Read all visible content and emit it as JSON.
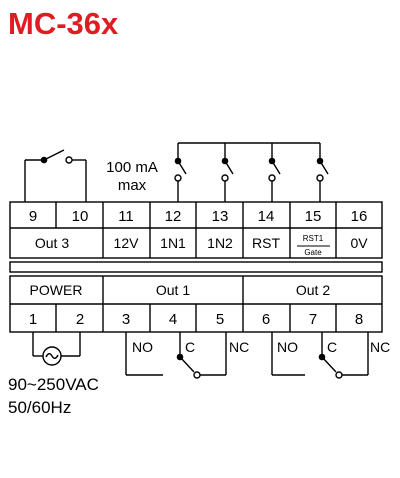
{
  "title": "MC-36x",
  "top_row_numbers": [
    "9",
    "10",
    "11",
    "12",
    "13",
    "14",
    "15",
    "16"
  ],
  "top_row_labels": {
    "out3": "Out 3",
    "t11": "12V",
    "t12": "1N1",
    "t13": "1N2",
    "t14": "RST",
    "t15_upper": "RST1",
    "t15_lower": "Gate",
    "t16": "0V"
  },
  "bottom_row_labels": {
    "power": "POWER",
    "out1": "Out 1",
    "out2": "Out 2"
  },
  "bottom_row_numbers": [
    "1",
    "2",
    "3",
    "4",
    "5",
    "6",
    "7",
    "8"
  ],
  "contact_labels": {
    "out1_no": "NO",
    "out1_c": "C",
    "out1_nc": "NC",
    "out2_no": "NO",
    "out2_c": "C",
    "out2_nc": "NC"
  },
  "input_note": {
    "line1": "100 mA",
    "line2": "max"
  },
  "supply": {
    "voltage": "90~250VAC",
    "frequency": "50/60Hz"
  },
  "colors": {
    "title": "#e01b22",
    "lines": "#000000",
    "background": "#ffffff"
  }
}
